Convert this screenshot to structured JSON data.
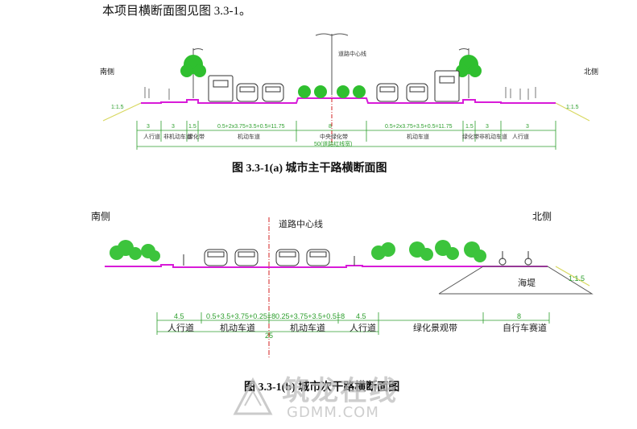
{
  "intro_text": "本项目横断面图见图 3.3-1。",
  "fig_a": {
    "caption": "图 3.3-1(a)  城市主干路横断面图",
    "south_label": "南侧",
    "north_label": "北侧",
    "centerline_label": "道路中心线",
    "slope_left": "1:1.5",
    "slope_right": "1:1.5",
    "dims": [
      "3",
      "3",
      "1.5",
      "0.5+2x3.75+3.5+0.5=11.75",
      "8",
      "0.5+2x3.75+3.5+0.5=11.75",
      "1.5",
      "3",
      "3"
    ],
    "labels": [
      "人行道",
      "非机动车道",
      "绿化带",
      "机动车道",
      "中央绿化带",
      "机动车道",
      "绿化带",
      "非机动车道",
      "人行道"
    ],
    "total": "50(道路红线宽)"
  },
  "fig_b": {
    "caption": "图 3.3-1(b)  城市次干路横断面图",
    "south_label": "南侧",
    "north_label": "北侧",
    "centerline_label": "道路中心线",
    "seawall_label": "海堤",
    "slope_right": "1:1.5",
    "dims": [
      "4.5",
      "0.5+3.5+3.75+0.25=8",
      "0.25+3.75+3.5+0.5=8",
      "4.5",
      "8"
    ],
    "labels": [
      "人行道",
      "机动车道",
      "机动车道",
      "人行道",
      "绿化景观带",
      "自行车赛道"
    ],
    "total": "25"
  },
  "watermark": {
    "text": "筑龙在线",
    "url": "GDMM.COM"
  },
  "colors": {
    "green_dim": "#2b9e2b",
    "road_magenta": "#d81bd8",
    "centerline_red": "#d32020",
    "tree_green": "#2fbf2f",
    "slope_yellow": "#d8d860"
  }
}
